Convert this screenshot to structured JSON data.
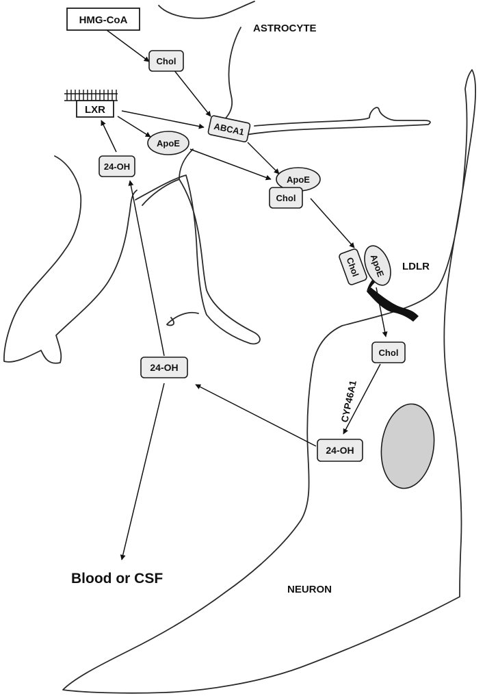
{
  "diagram": {
    "labels": {
      "astrocyte": "ASTROCYTE",
      "neuron": "NEURON",
      "blood_csf": "Blood or CSF",
      "ldlr": "LDLR",
      "cyp46a1": "CYP46A1"
    },
    "nodes": {
      "hmg_coa": "HMG-CoA",
      "chol_astro": "Chol",
      "lxr": "LXR",
      "abca1": "ABCA1",
      "apoe_astro": "ApoE",
      "oh24_astro": "24-OH",
      "apoe_lipo": "ApoE",
      "chol_lipo": "Chol",
      "chol_bound": "Chol",
      "apoe_bound": "ApoE",
      "chol_neuron": "Chol",
      "oh24_neuron": "24-OH",
      "oh24_mid": "24-OH"
    }
  }
}
